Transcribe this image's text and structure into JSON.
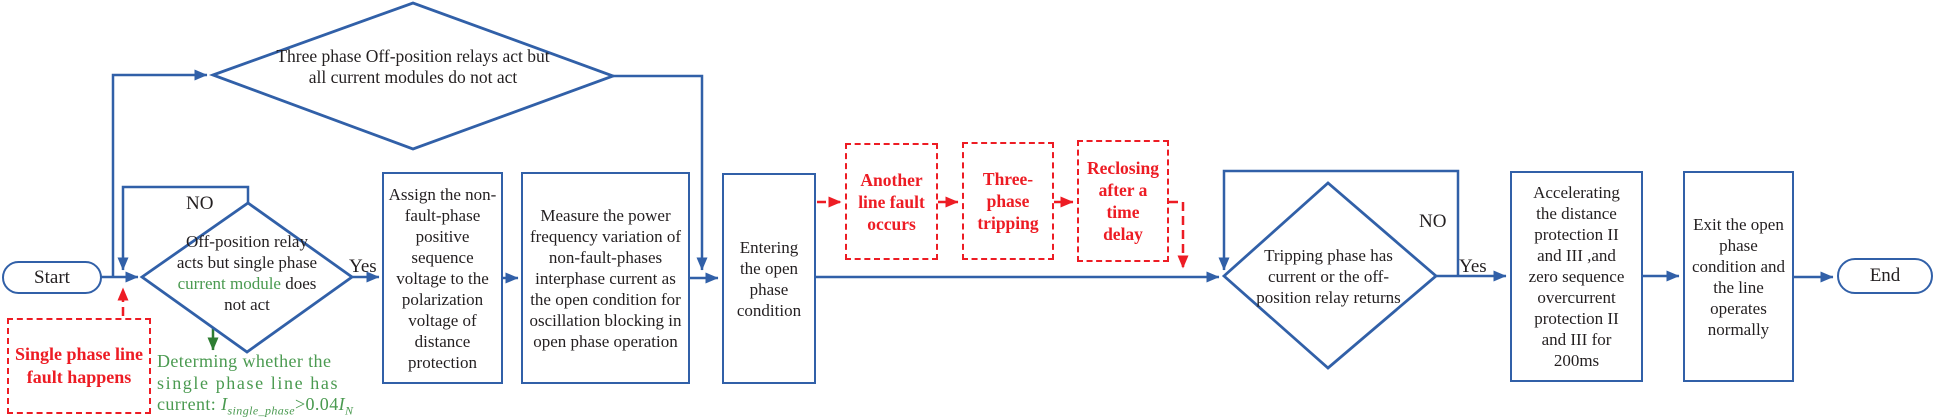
{
  "colors": {
    "blue": "#3160a8",
    "red": "#ed1c24",
    "green": "#4a9a50",
    "arrow-green": "#2e7d32",
    "ink": "#231f20"
  },
  "nodes": {
    "start": "Start",
    "end": "End",
    "top_diamond": {
      "lines": [
        "Three phase Off-position relays act but",
        "all current modules do not act"
      ]
    },
    "single_phase_diamond": {
      "line1": "Off-position relay",
      "line2": "acts but single phase",
      "line3_green": "current module",
      "line3_rest": " does",
      "line4": "not act"
    },
    "assign": "Assign the non-fault-phase positive sequence voltage to the polarization voltage of distance protection",
    "measure": "Measure the power frequency variation of non-fault-phases interphase current as the open condition for oscillation blocking in open phase operation",
    "entering": "Entering the open phase condition",
    "another_line_fault": "Another line fault occurs",
    "three_phase_tripping": {
      "lines": [
        "Three-",
        "phase",
        "tripping"
      ]
    },
    "reclosing": {
      "lines": [
        "Reclosing",
        "after a",
        "time",
        "delay"
      ]
    },
    "tripping_diamond": {
      "lines": [
        "Tripping phase has",
        "current or the off-",
        "position relay returns"
      ]
    },
    "accelerating": "Accelerating the distance protection II and III ,and zero sequence overcurrent protection II and III for 200ms",
    "exit": "Exit the open phase condition and the line operates normally",
    "single_phase_fault": "Single phase line fault happens"
  },
  "labels": {
    "d1_no": "NO",
    "d1_yes": "Yes",
    "d2_no": "NO",
    "d2_yes": "Yes"
  },
  "annotation": {
    "line1": "Determing whether the",
    "line2": "single phase line has",
    "current_prefix": "current: ",
    "formula": {
      "i1": "I",
      "sub1": "single_phase",
      "op": ">0.04",
      "i2": "I",
      "sub2": "N"
    }
  }
}
